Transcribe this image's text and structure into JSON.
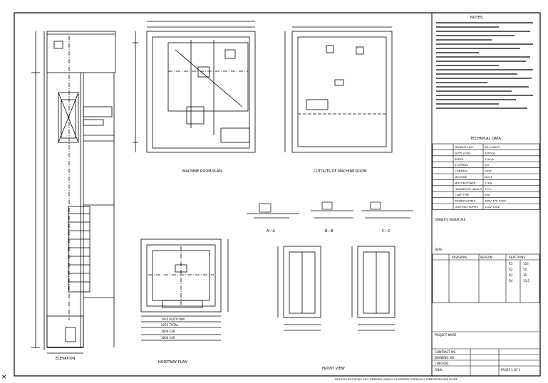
{
  "views": {
    "elevation": {
      "title": "ELEVATION"
    },
    "machine_room": {
      "title": "MACHINE ROOM PLAN"
    },
    "cutouts": {
      "title": "CUTOUTS OF MACHINE ROOM"
    },
    "hoistway": {
      "title": "HOISTWAY PLAN",
      "dims": [
        "1970 PLATFORM",
        "2070 TOTAL",
        "1800 CAR",
        "1600 CAR"
      ]
    },
    "front_view": {
      "title": "FRONT VIEW"
    },
    "sections": {
      "labels": [
        "A—A",
        "B—B",
        "C—C"
      ]
    }
  },
  "technical_data": {
    "title": "TECHNICAL DATA",
    "rows": [
      {
        "label": "PRODUCT NO.",
        "value": "BG-CLASSY"
      },
      {
        "label": "DUTY LOAD",
        "value": "1000kg"
      },
      {
        "label": "SPEED",
        "value": "1.0m/s"
      },
      {
        "label": "STOPPING",
        "value": "5/5"
      },
      {
        "label": "CONTROL",
        "value": "VVVF"
      },
      {
        "label": "MACHINE",
        "value": "MV41"
      },
      {
        "label": "MOTOR POWER",
        "value": "11kW"
      },
      {
        "label": "HEADROOM HEIGHT",
        "value": "3.7m"
      },
      {
        "label": "CLAP TYPE",
        "value": "REA"
      },
      {
        "label": "POWER SUPPLY",
        "value": "380V 3PH 50HZ"
      },
      {
        "label": "LIGHTING SUPPLY",
        "value": "220V 50HZ"
      }
    ],
    "signature": "OWNER'S SIGNATURE"
  },
  "reactions": {
    "title": "REACTIONS",
    "headers": [
      "DATE",
      "REVISIONS",
      "REASON"
    ],
    "rows": [
      [
        "R1",
        "103"
      ],
      [
        "R2",
        "50"
      ],
      [
        "R3",
        "30"
      ],
      [
        "R4",
        "13.5"
      ]
    ]
  },
  "title_block": {
    "project_name": "PROJECT NAME",
    "contract_no": "CONTRACT NO.",
    "drawing_no": "DRAWING NO.",
    "checked": "CHECKED",
    "final": "FINAL",
    "pages": "PAGES 1 OF 1",
    "footer": "NOTE:DO NOT SCALE THIS DRAWING,UNLESS OTHERWISE STATED,ALL DIMENSIONS ARE IN MM."
  },
  "notes": {
    "title": "NOTES"
  },
  "colors": {
    "line": "#000000",
    "background": "#ffffff"
  }
}
